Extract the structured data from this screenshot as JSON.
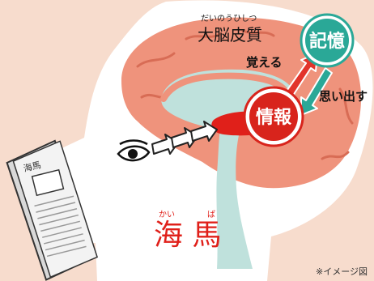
{
  "labels": {
    "cortex_ruby": "だいのうひしつ",
    "cortex": "大脳皮質",
    "memory": "記憶",
    "info": "情報",
    "remember": "覚える",
    "recall": "思い出す",
    "hippo_ruby_1": "かい",
    "hippo_ruby_2": "ば",
    "hippocampus": "海 馬",
    "book_spine": "海馬",
    "note": "※イメージ図"
  },
  "colors": {
    "background": "#f7dccd",
    "head": "#ffffff",
    "cortex": "#ef937c",
    "cortex_fold": "#d86c55",
    "ventricle": "#bfe1dc",
    "hippocampus": "#e0201a",
    "arrow_red": "#e2342b",
    "arrow_teal": "#2aa897",
    "memory_circle": "#2aa897",
    "info_circle": "#d8241c",
    "hippo_text": "#e0201a"
  },
  "icons": [
    "eye-icon",
    "book-icon",
    "arrow-chain-icon"
  ]
}
